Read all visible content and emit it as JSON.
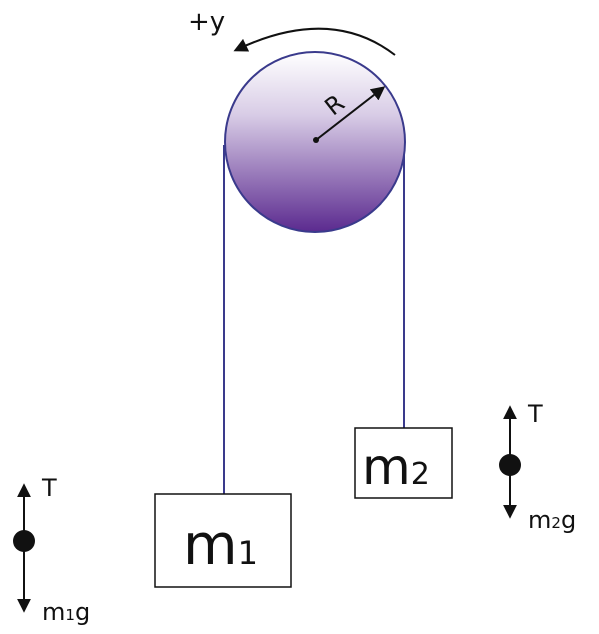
{
  "labels": {
    "rotation": "+y",
    "radius": "R",
    "mass1_main": "m",
    "mass1_sub": "1",
    "mass2_main": "m",
    "mass2_sub": "2",
    "fbd1_tension": "T",
    "fbd1_weight_main": "m",
    "fbd1_weight_sub": "1",
    "fbd1_weight_tail": "g",
    "fbd2_tension": "T",
    "fbd2_weight_main": "m",
    "fbd2_weight_sub": "2",
    "fbd2_weight_tail": "g"
  },
  "colors": {
    "pulley_top": "#ffffff",
    "pulley_bottom": "#5b2a8f",
    "pulley_outline": "#3a3a8c",
    "rope": "#3a3a8c",
    "ink": "#111111"
  }
}
